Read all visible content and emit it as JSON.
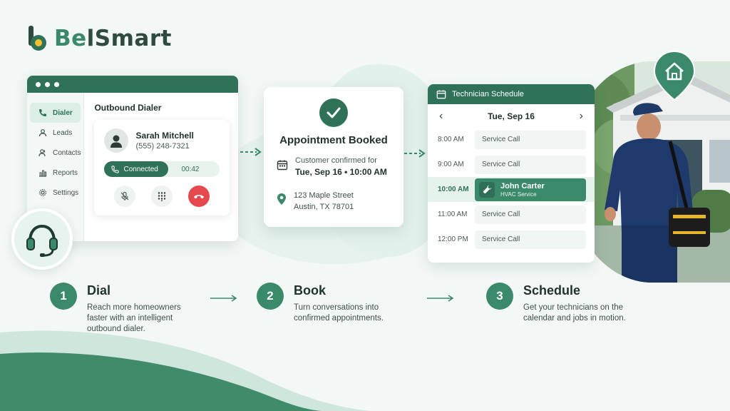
{
  "brand": {
    "name_prefix": "Be",
    "name_suffix": "lSmart",
    "primary_color": "#2f7258",
    "accent_color": "#3a8a6a",
    "end_call_color": "#e5484d"
  },
  "dialer": {
    "title": "Outbound Dialer",
    "sidebar": [
      {
        "label": "Dialer",
        "icon": "phone-icon",
        "active": true
      },
      {
        "label": "Leads",
        "icon": "person-icon"
      },
      {
        "label": "Contacts",
        "icon": "contacts-icon"
      },
      {
        "label": "Reports",
        "icon": "bar-chart-icon"
      },
      {
        "label": "Settings",
        "icon": "gear-icon"
      }
    ],
    "caller": {
      "name": "Sarah Mitchell",
      "phone": "(555) 248-7321"
    },
    "status": {
      "label": "Connected",
      "duration": "00:42"
    }
  },
  "booking": {
    "title": "Appointment Booked",
    "confirm_line": "Customer confirmed for",
    "datetime": "Tue, Sep 16 • 10:00 AM",
    "address_line1": "123 Maple Street",
    "address_line2": "Austin, TX 78701"
  },
  "schedule": {
    "title": "Technician Schedule",
    "date": "Tue, Sep 16",
    "prev": "‹",
    "next": "›",
    "slots": [
      {
        "time": "8:00 AM",
        "label": "Service Call"
      },
      {
        "time": "9:00 AM",
        "label": "Service Call"
      },
      {
        "time": "10:00 AM",
        "label": "John Carter",
        "sublabel": "HVAC Service"
      },
      {
        "time": "11:00 AM",
        "label": "Service Call"
      },
      {
        "time": "12:00 PM",
        "label": "Service Call"
      }
    ]
  },
  "steps": [
    {
      "num": "1",
      "title": "Dial",
      "desc": "Reach more homeowners faster with an intelligent outbound dialer."
    },
    {
      "num": "2",
      "title": "Book",
      "desc": "Turn conversations into confirmed appointments."
    },
    {
      "num": "3",
      "title": "Schedule",
      "desc": "Get your technicians on the calendar and jobs in motion."
    }
  ]
}
